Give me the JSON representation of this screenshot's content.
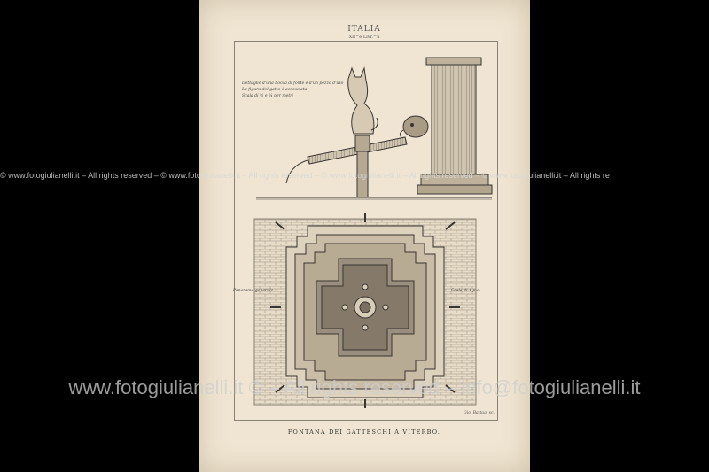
{
  "header": {
    "title": "ITALIA",
    "subtitle": "XII^e Livr.^n"
  },
  "caption": "FONTANA DEI GATTESCHI A VITERBO.",
  "notes": {
    "top": [
      "Dettaglio d'una bocca di fonte e d'un pezzo d'uso",
      "La figura del gatto è accosciata",
      "Scala di ½ e ¼ per metri"
    ],
    "left_label": "Panorama generale",
    "right_label": "Scala di 4 p.c.",
    "engraver": "Gio. Battag. sc."
  },
  "watermarks": {
    "strip": "© www.fotogiulianelli.it – All rights reserved – © www.fotogiulianelli.it – All rights reserved – © www.fotogiulianelli.it – All rights reserved – © www.fotogiulianelli.it – All rights re",
    "main": "www.fotogiulianelli.it © – All rights reserved – info@fotogiulianelli.it"
  },
  "colors": {
    "paper": "#efe5d2",
    "ink": "#3a3530",
    "background": "#000000"
  }
}
